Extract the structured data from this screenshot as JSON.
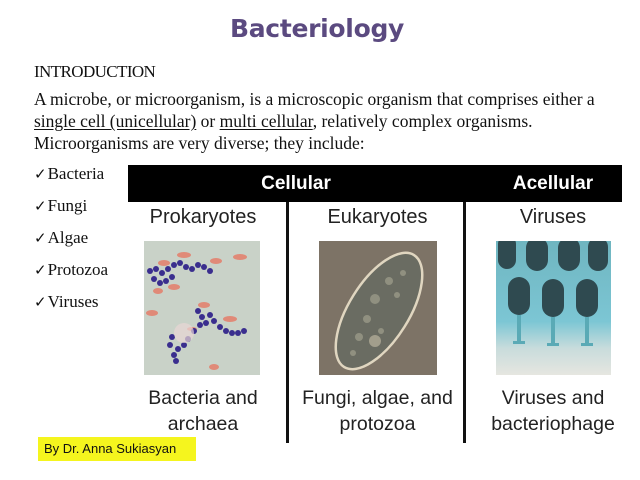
{
  "slide": {
    "title": "Bacteriology",
    "section_heading": "INTRODUCTION",
    "paragraph": {
      "part1": "A microbe, or microorganism, is a microscopic organism that comprises either a ",
      "link1": "single cell (unicellular)",
      "part2": " or ",
      "link2": "multi cellular",
      "part3": ", relatively complex organisms. Microorganisms are very diverse; they include:"
    },
    "bullets": [
      {
        "icon": "✓",
        "label": "Bacteria"
      },
      {
        "icon": "✓",
        "label": "Fungi"
      },
      {
        "icon": "✓",
        "label": "Algae"
      },
      {
        "icon": "✓",
        "label": "Protozoa"
      },
      {
        "icon": "✓",
        "label": "Viruses"
      }
    ],
    "table": {
      "header": {
        "cellular": "Cellular",
        "acellular": "Acellular"
      },
      "columns": [
        {
          "heading": "Prokaryotes",
          "image": "bacteria-micrograph",
          "caption_line1": "Bacteria and",
          "caption_line2": "archaea"
        },
        {
          "heading": "Eukaryotes",
          "image": "paramecium-micrograph",
          "caption_line1": "Fungi, algae, and",
          "caption_line2": "protozoa"
        },
        {
          "heading": "Viruses",
          "image": "bacteriophage-micrograph",
          "caption_line1": "Viruses and",
          "caption_line2": "bacteriophage"
        }
      ]
    },
    "author": "By Dr. Anna Sukiasyan",
    "colors": {
      "title": "#5b4a80",
      "header_bar": "#000000",
      "author_highlight": "#f5f51e"
    }
  }
}
